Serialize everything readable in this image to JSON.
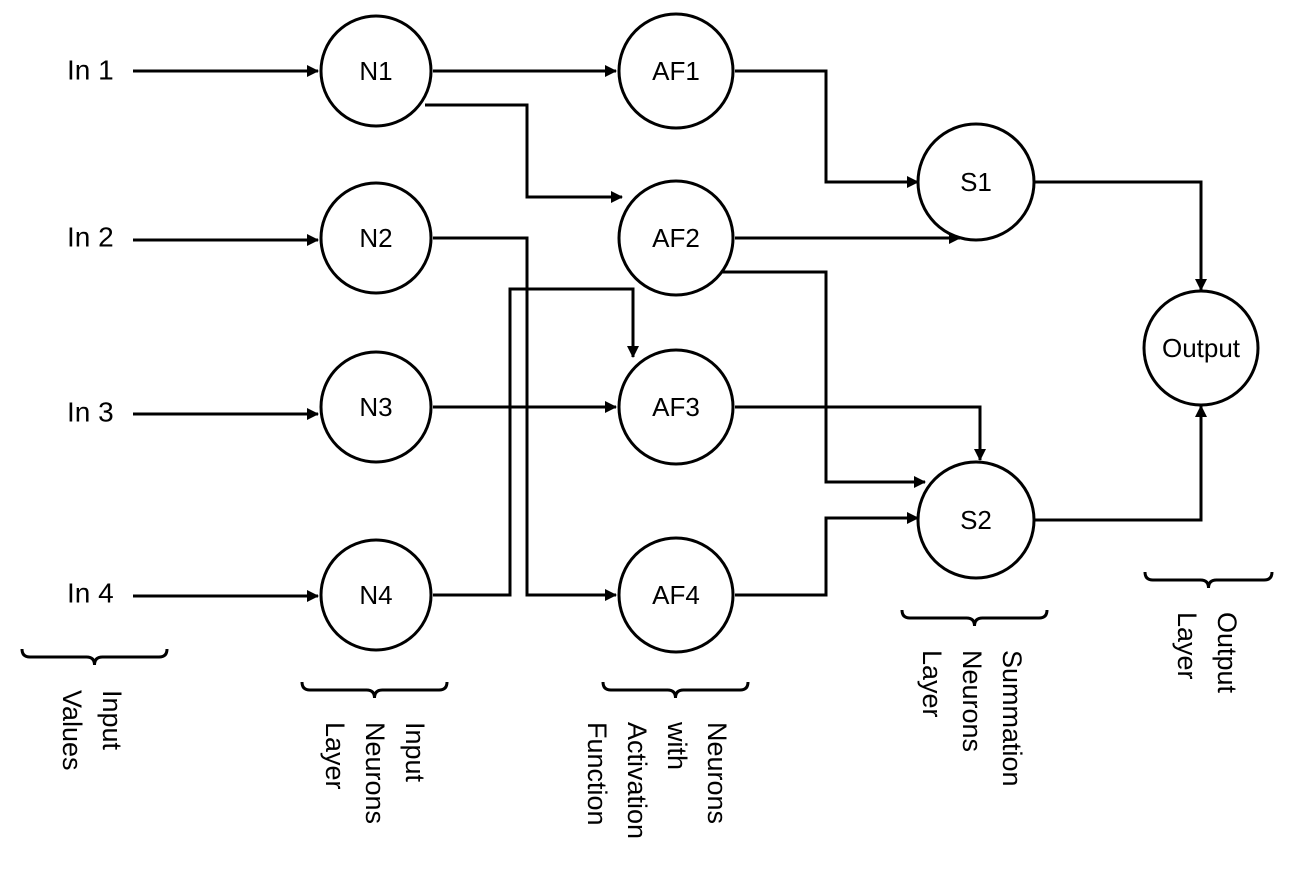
{
  "inputs": [
    "In 1",
    "In 2",
    "In 3",
    "In 4"
  ],
  "nodes": {
    "N1": "N1",
    "N2": "N2",
    "N3": "N3",
    "N4": "N4",
    "AF1": "AF1",
    "AF2": "AF2",
    "AF3": "AF3",
    "AF4": "AF4",
    "S1": "S1",
    "S2": "S2",
    "Output": "Output"
  },
  "edges": [
    {
      "from": "In 1",
      "to": "N1"
    },
    {
      "from": "In 2",
      "to": "N2"
    },
    {
      "from": "In 3",
      "to": "N3"
    },
    {
      "from": "In 4",
      "to": "N4"
    },
    {
      "from": "N1",
      "to": "AF1"
    },
    {
      "from": "N1",
      "to": "AF2"
    },
    {
      "from": "N2",
      "to": "AF4"
    },
    {
      "from": "N3",
      "to": "AF3"
    },
    {
      "from": "N4",
      "to": "AF3"
    },
    {
      "from": "AF1",
      "to": "S1"
    },
    {
      "from": "AF2",
      "to": "S1"
    },
    {
      "from": "AF2",
      "to": "S2"
    },
    {
      "from": "AF3",
      "to": "S2"
    },
    {
      "from": "AF4",
      "to": "S2"
    },
    {
      "from": "S1",
      "to": "Output"
    },
    {
      "from": "S2",
      "to": "Output"
    }
  ],
  "layers": [
    {
      "lines": [
        "Input",
        "Values"
      ]
    },
    {
      "lines": [
        "Input",
        "Neurons",
        "Layer"
      ]
    },
    {
      "lines": [
        "Neurons",
        "with",
        "Activation",
        "Function"
      ]
    },
    {
      "lines": [
        "Summation",
        "Neurons",
        "Layer"
      ]
    },
    {
      "lines": [
        "Output",
        "Layer"
      ]
    }
  ]
}
